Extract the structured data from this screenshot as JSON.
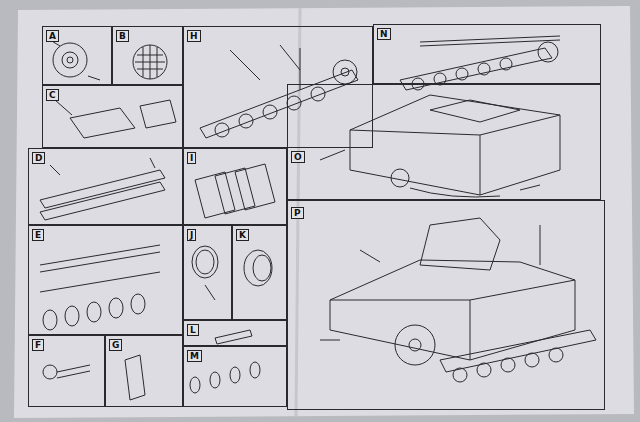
{
  "diagram": {
    "nodes": [
      {
        "text": [
          "A"
        ]
      },
      {
        "text": [
          "B"
        ]
      },
      {
        "text": [
          "H"
        ]
      },
      {
        "text": [
          "N"
        ]
      },
      {
        "text": [
          "C"
        ]
      },
      {
        "text": [
          "D"
        ]
      },
      {
        "text": [
          "I"
        ]
      },
      {
        "text": [
          "O"
        ]
      },
      {
        "text": [
          "E"
        ]
      },
      {
        "text": [
          "J"
        ]
      },
      {
        "text": [
          "K"
        ]
      },
      {
        "text": [
          "P"
        ]
      },
      {
        "text": [
          "F"
        ]
      },
      {
        "text": [
          "G"
        ]
      },
      {
        "text": [
          "L"
        ]
      },
      {
        "text": [
          "M"
        ]
      }
    ]
  }
}
